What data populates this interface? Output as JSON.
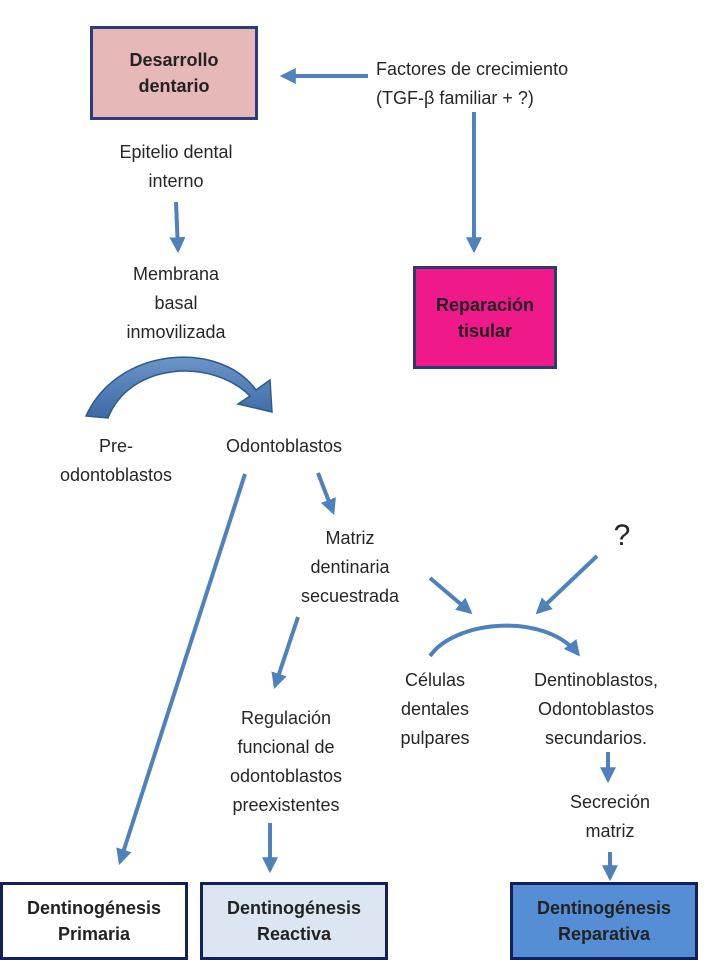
{
  "colors": {
    "arrow": "#4f81bd",
    "arrow_dark": "#385d8a",
    "box_border": "#1f2a5e",
    "desarrollo_fill": "#e6b9b8",
    "reparacion_fill": "#f0198a",
    "primaria_fill": "#ffffff",
    "reactiva_fill": "#dce6f2",
    "reparativa_fill": "#558ed5"
  },
  "boxes": {
    "desarrollo": "Desarrollo\ndentario",
    "reparacion": "Reparación\ntisular",
    "primaria": "Dentinogénesis\nPrimaria",
    "reactiva": "Dentinogénesis\nReactiva",
    "reparativa": "Dentinogénesis\nReparativa"
  },
  "labels": {
    "factores": "Factores de crecimiento\n(TGF-β familiar + ?)",
    "epitelio": "Epitelio dental\ninterno",
    "membrana": "Membrana\nbasal\ninmovilizada",
    "pre_odontoblastos": "Pre-\nodontoblastos",
    "odontoblastos": "Odontoblastos",
    "matriz": "Matriz\ndentinaria\nsecuestrada",
    "question": "?",
    "celulas": "Células\ndentales\npulpares",
    "dentinoblastos": "Dentinoblastos,\nOdontoblastos\nsecundarios.",
    "regulacion": "Regulación\nfuncional de\nodontoblastos\npreexistentes",
    "secrecion": "Secreción\nmatriz"
  }
}
